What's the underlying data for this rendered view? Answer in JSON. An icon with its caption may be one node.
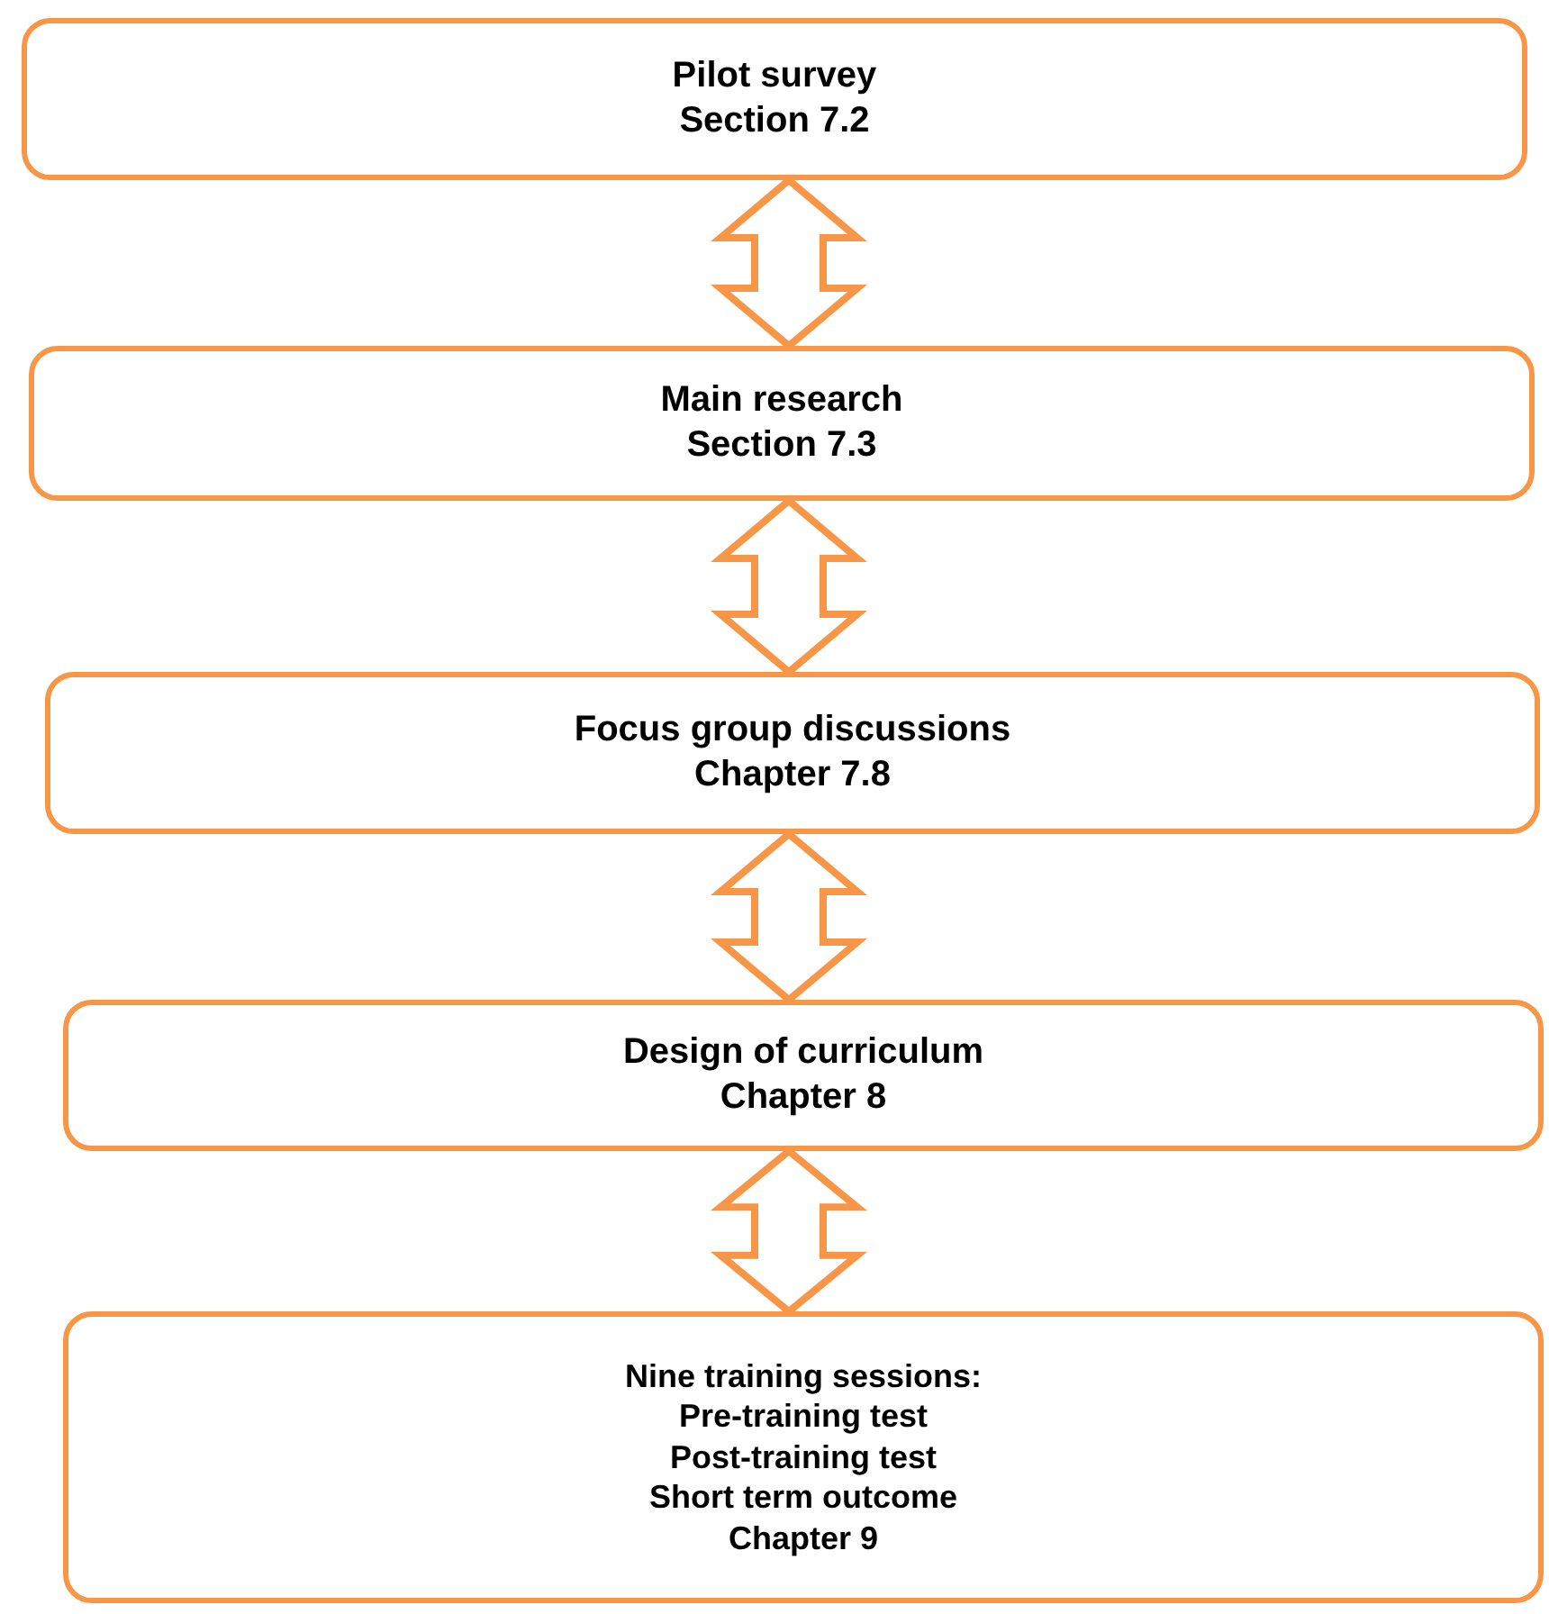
{
  "diagram": {
    "nodes": [
      {
        "text": [
          "Pilot survey",
          "Section 7.2"
        ]
      },
      {
        "text": [
          "Main research",
          "Section 7.3"
        ]
      },
      {
        "text": [
          "Focus group discussions",
          "Chapter 7.8"
        ]
      },
      {
        "text": [
          "Design of curriculum",
          "Chapter 8"
        ]
      },
      {
        "text": [
          "Nine training sessions:",
          "Pre-training test",
          "Post-training test",
          "Short term outcome",
          "Chapter 9"
        ]
      }
    ],
    "edges": [
      {
        "from": 0,
        "to": 1,
        "arrow": "both"
      },
      {
        "from": 1,
        "to": 2,
        "arrow": "both"
      },
      {
        "from": 2,
        "to": 3,
        "arrow": "both"
      },
      {
        "from": 3,
        "to": 4,
        "arrow": "both"
      }
    ]
  }
}
